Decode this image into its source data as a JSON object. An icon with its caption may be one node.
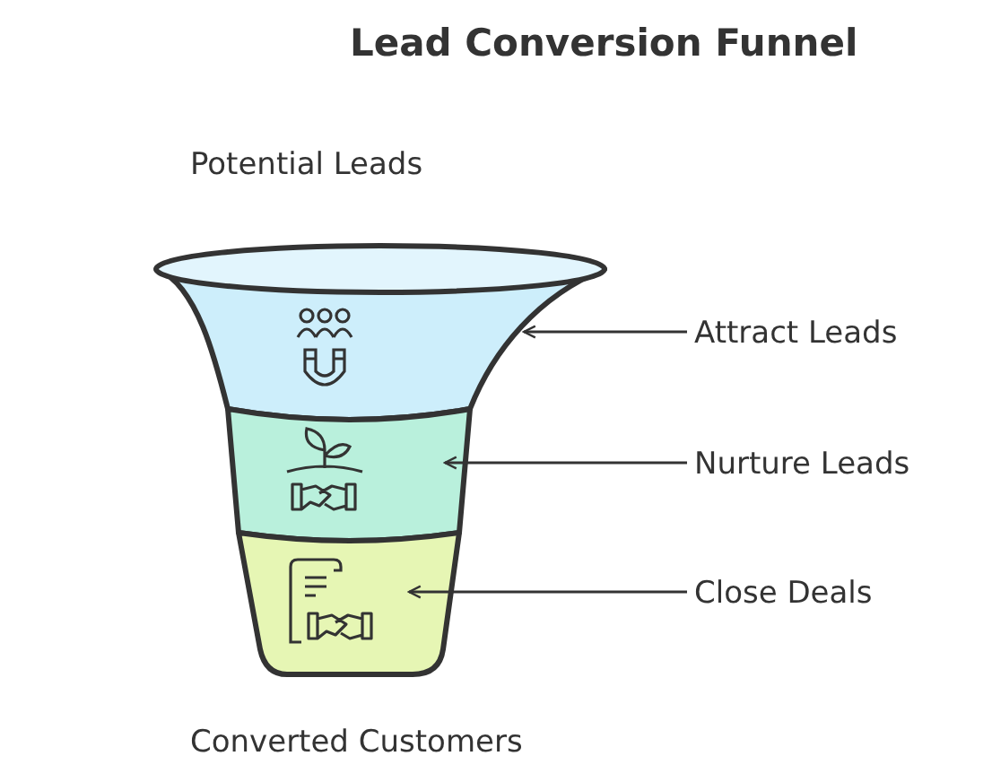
{
  "diagram": {
    "title": "Lead Conversion Funnel",
    "nodes": [
      {
        "text": [],
        "shape": "band"
      },
      {
        "text": [
          "Attract Leads"
        ]
      },
      {
        "text": [],
        "shape": "band"
      },
      {
        "text": [
          "Nurture Leads"
        ]
      },
      {
        "text": [],
        "shape": "band"
      },
      {
        "text": [
          "Close Deals"
        ]
      }
    ],
    "edges": [
      {
        "from": 1,
        "to": 0,
        "arrow": "to"
      },
      {
        "from": 3,
        "to": 2,
        "arrow": "to"
      },
      {
        "from": 5,
        "to": 4,
        "arrow": "to"
      }
    ],
    "labels": [
      "Potential Leads",
      "Converted Customers"
    ]
  }
}
